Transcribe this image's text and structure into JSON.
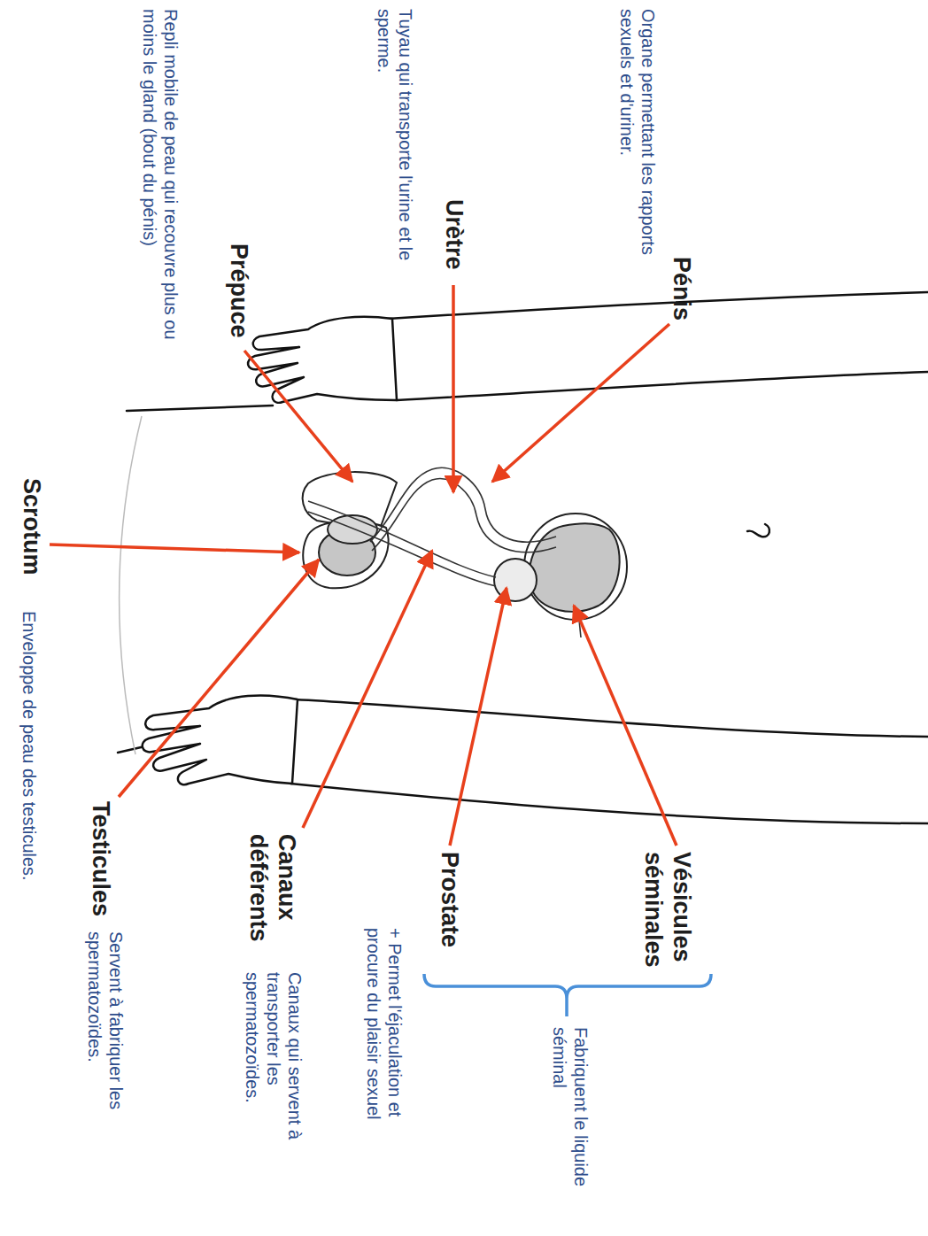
{
  "diagram": {
    "labels": [
      "Pénis",
      "Organe permettant les rapports sexuels et d'uriner.",
      "Urètre",
      "Tuyau qui transporte l'urine et le sperme.",
      "Prépuce",
      "Repli mobile de peau qui recouvre plus ou moins le gland (bout du pénis)",
      "Scrotum",
      "Enveloppe de peau des testicules.",
      "Vésicules séminales",
      "Prostate",
      "+ Permet l'éjaculation et procure du plaisir sexuel",
      "Fabriquent le liquide séminal",
      "Canaux déférents",
      "Canaux qui servent à transporter les spermatozoïdes.",
      "Testicules",
      "Servent à fabriquer les spermatozoïdes."
    ]
  }
}
